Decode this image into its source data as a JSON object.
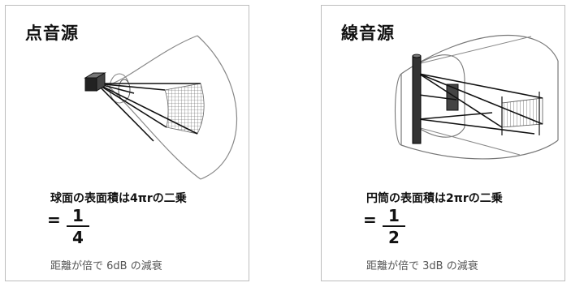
{
  "panels": {
    "point": {
      "title": "点音源",
      "description": "球面の表面積は4πrの二乗",
      "equals": "=",
      "numerator": "1",
      "denominator": "4",
      "attenuation": "距離が倍で 6dB の減衰"
    },
    "line": {
      "title": "線音源",
      "description": "円筒の表面積は2πrの二乗",
      "equals": "=",
      "numerator": "1",
      "denominator": "2",
      "attenuation": "距離が倍で 3dB の減衰"
    }
  },
  "colors": {
    "border": "#bdbdbd",
    "text": "#111111",
    "subtext": "#555555"
  }
}
